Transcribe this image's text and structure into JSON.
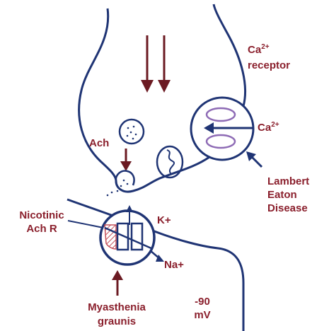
{
  "colors": {
    "membrane": "#1f3474",
    "label_red": "#8a1f2c",
    "arrow": "#6b1a22",
    "receptor_purple": "#8e6bb5",
    "hatch": "#c4505a"
  },
  "labels": {
    "ca_receptor_symbol": "Ca",
    "ca_receptor_sup": "2+",
    "ca_receptor_word": "receptor",
    "ca_in_symbol": "Ca",
    "ca_in_sup": "2+",
    "ach": "Ach",
    "lambert_1": "Lambert",
    "lambert_2": "Eaton",
    "lambert_3": "Disease",
    "nicotinic_1": "Nicotinic",
    "nicotinic_2": "Ach R",
    "k_plus": "K+",
    "na_plus": "Na+",
    "myasthenia_1": "Myasthenia",
    "myasthenia_2": "graunis",
    "voltage_1": "-90",
    "voltage_2": "mV"
  }
}
